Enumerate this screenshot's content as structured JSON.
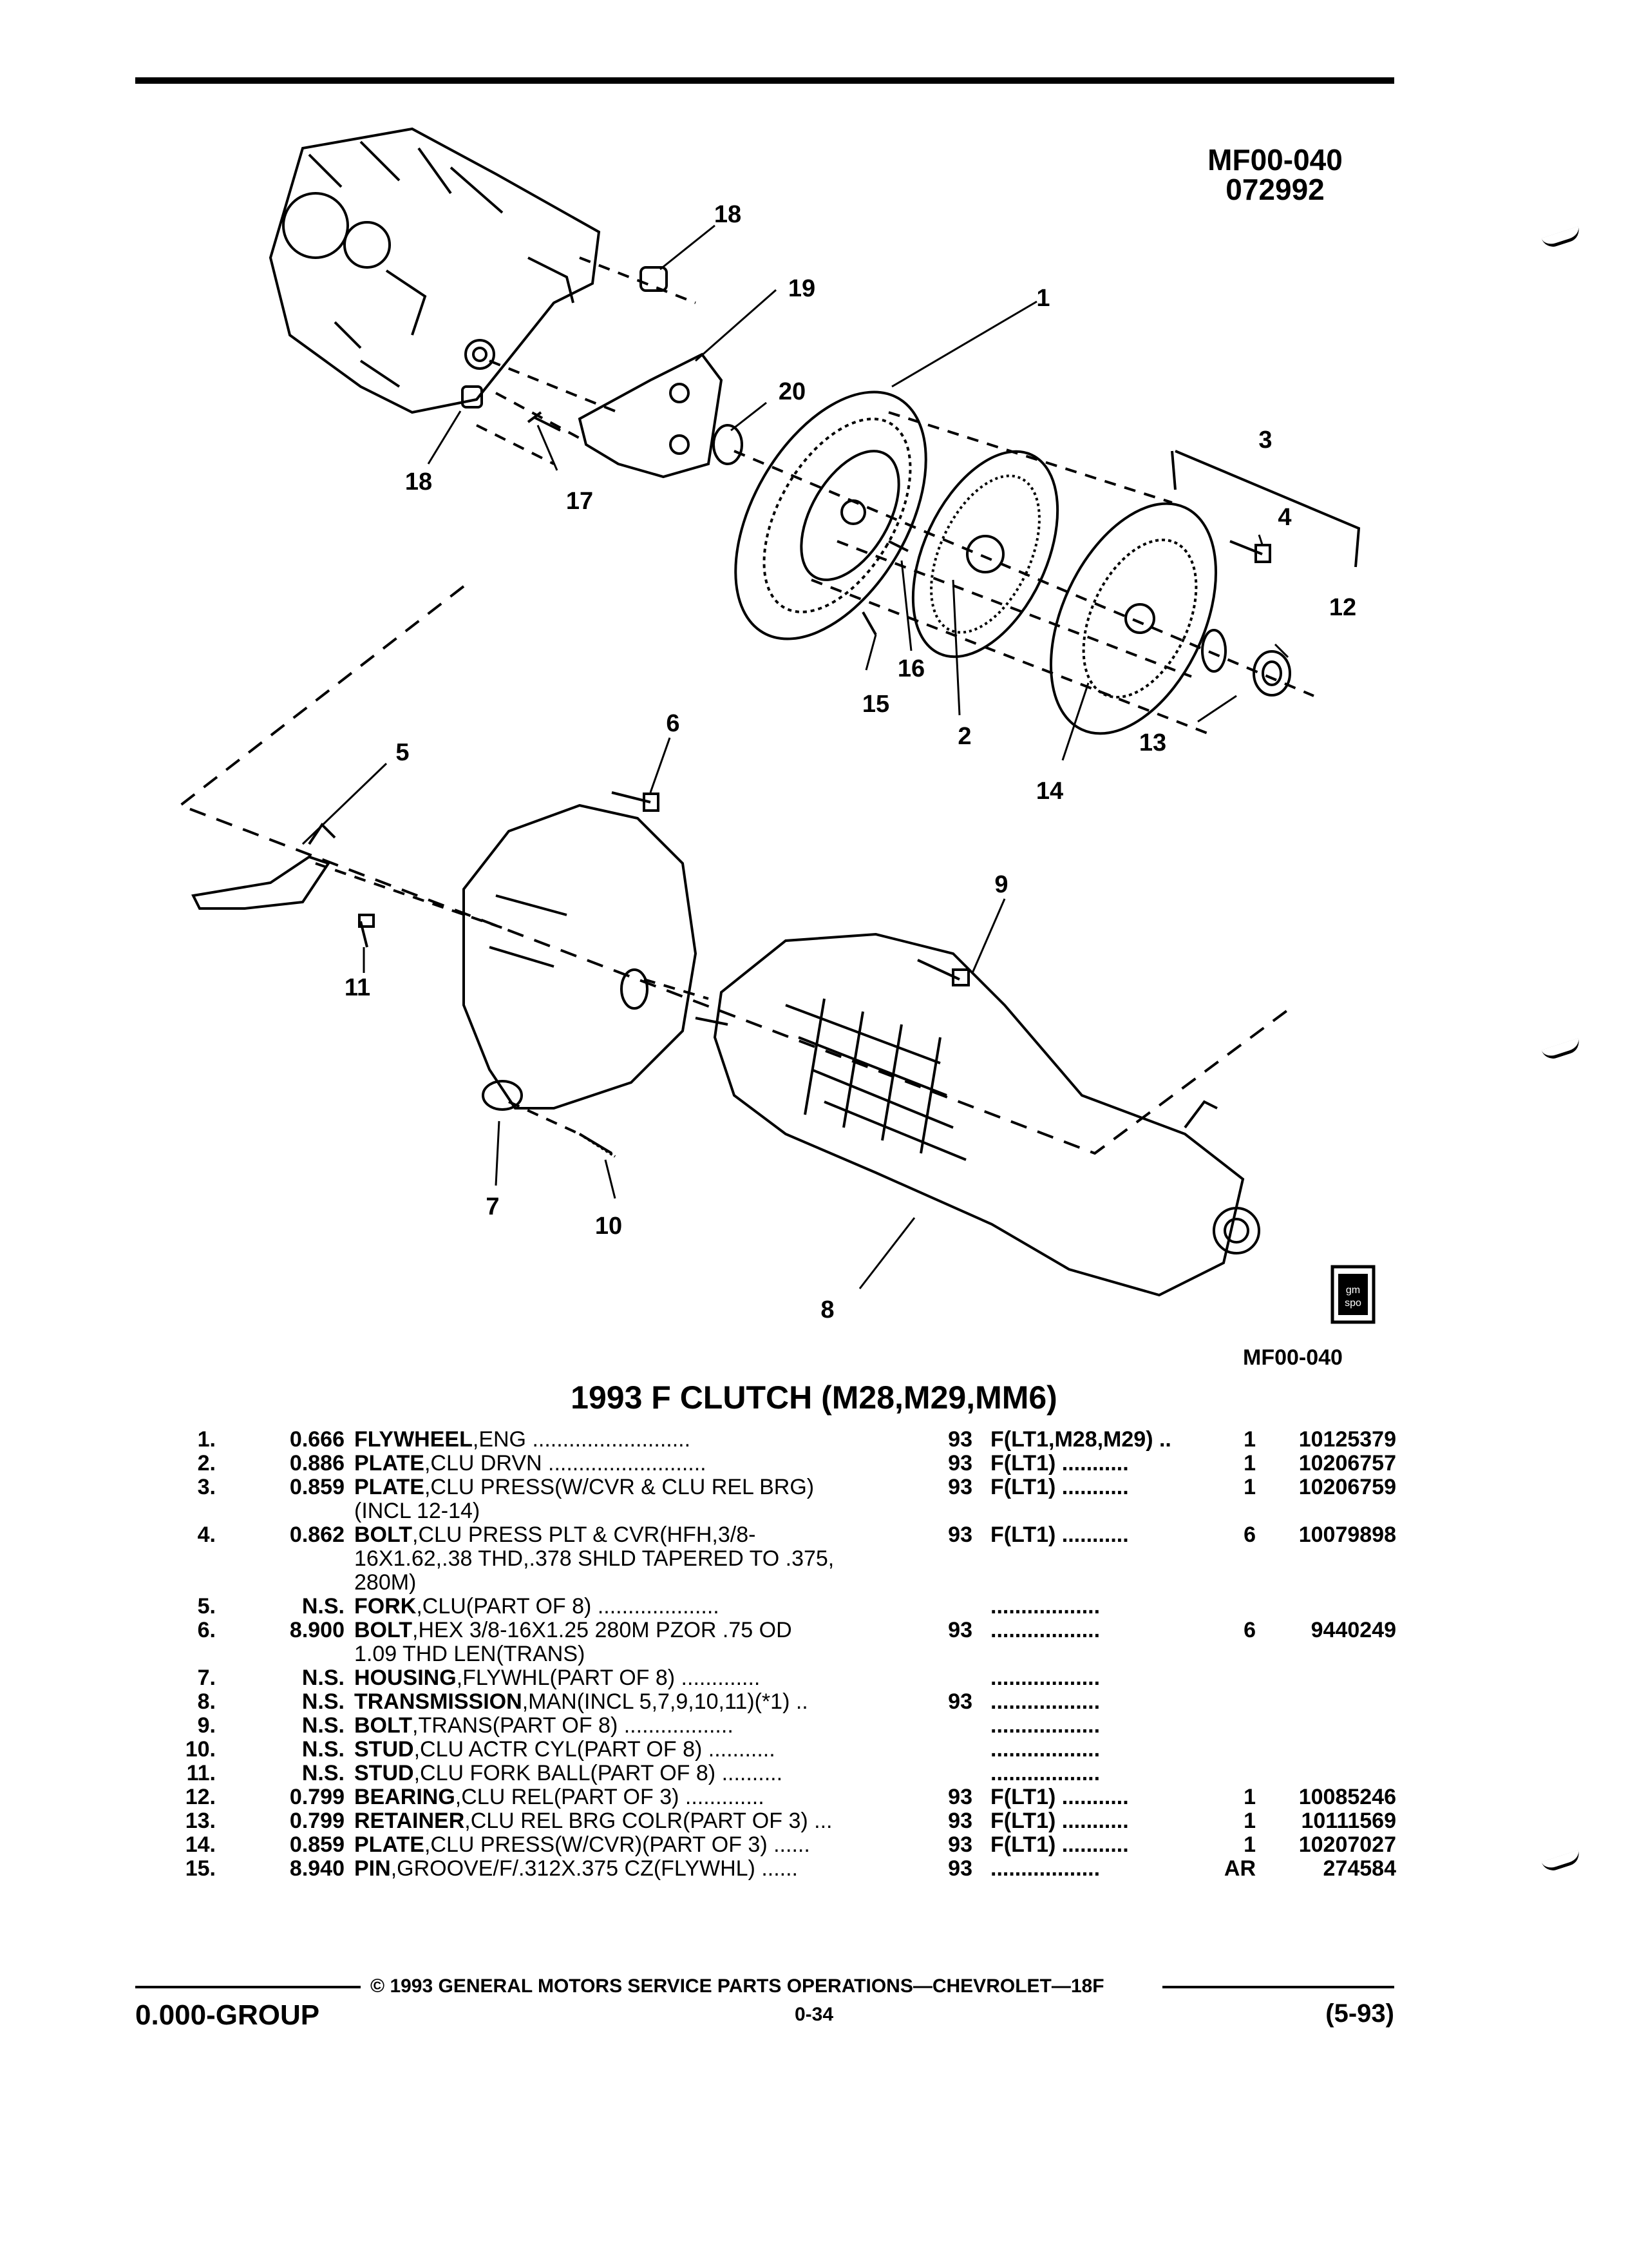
{
  "header": {
    "diagram_code": "MF00-040",
    "date_code": "072992",
    "diagram_code_bottom": "MF00-040",
    "logo_text": "gm spo"
  },
  "section_title": "1993 F CLUTCH (M28,M29,MM6)",
  "callouts": [
    "1",
    "2",
    "3",
    "4",
    "5",
    "6",
    "7",
    "8",
    "9",
    "10",
    "11",
    "12",
    "13",
    "14",
    "15",
    "16",
    "17",
    "18",
    "19",
    "20"
  ],
  "parts": [
    {
      "num": "1.",
      "price": "0.666",
      "name": "FLYWHEEL",
      "desc": ",ENG ..........................",
      "yr": "93",
      "sfx": "F(LT1,M28,M29) ..",
      "qty": "1",
      "pn": "10125379"
    },
    {
      "num": "2.",
      "price": "0.886",
      "name": "PLATE",
      "desc": ",CLU DRVN ..........................",
      "yr": "93",
      "sfx": "F(LT1) ...........",
      "qty": "1",
      "pn": "10206757"
    },
    {
      "num": "3.",
      "price": "0.859",
      "name": "PLATE",
      "desc": ",CLU PRESS(W/CVR & CLU REL BRG)",
      "yr": "93",
      "sfx": "F(LT1) ...........",
      "qty": "1",
      "pn": "10206759"
    },
    {
      "num": "",
      "price": "",
      "name": "",
      "desc": "(INCL 12-14)",
      "yr": "",
      "sfx": "",
      "qty": "",
      "pn": ""
    },
    {
      "num": "4.",
      "price": "0.862",
      "name": "BOLT",
      "desc": ",CLU PRESS PLT & CVR(HFH,3/8-",
      "yr": "93",
      "sfx": "F(LT1) ...........",
      "qty": "6",
      "pn": "10079898"
    },
    {
      "num": "",
      "price": "",
      "name": "",
      "desc": "16X1.62,.38 THD,.378 SHLD TAPERED TO .375,",
      "yr": "",
      "sfx": "",
      "qty": "",
      "pn": ""
    },
    {
      "num": "",
      "price": "",
      "name": "",
      "desc": "280M)",
      "yr": "",
      "sfx": "",
      "qty": "",
      "pn": ""
    },
    {
      "num": "5.",
      "price": "N.S.",
      "name": "FORK",
      "desc": ",CLU(PART OF 8) ....................",
      "yr": "",
      "sfx": "..................",
      "qty": "",
      "pn": ""
    },
    {
      "num": "6.",
      "price": "8.900",
      "name": "BOLT",
      "desc": ",HEX 3/8-16X1.25 280M PZOR .75 OD",
      "yr": "93",
      "sfx": "..................",
      "qty": "6",
      "pn": "9440249"
    },
    {
      "num": "",
      "price": "",
      "name": "",
      "desc": "1.09 THD LEN(TRANS)",
      "yr": "",
      "sfx": "",
      "qty": "",
      "pn": ""
    },
    {
      "num": "7.",
      "price": "N.S.",
      "name": "HOUSING",
      "desc": ",FLYWHL(PART OF 8) .............",
      "yr": "",
      "sfx": "..................",
      "qty": "",
      "pn": ""
    },
    {
      "num": "8.",
      "price": "N.S.",
      "name": "TRANSMISSION",
      "desc": ",MAN(INCL 5,7,9,10,11)(*1) ..",
      "yr": "93",
      "sfx": "..................",
      "qty": "",
      "pn": ""
    },
    {
      "num": "9.",
      "price": "N.S.",
      "name": "BOLT",
      "desc": ",TRANS(PART OF 8) ..................",
      "yr": "",
      "sfx": "..................",
      "qty": "",
      "pn": ""
    },
    {
      "num": "10.",
      "price": "N.S.",
      "name": "STUD",
      "desc": ",CLU ACTR CYL(PART OF 8) ...........",
      "yr": "",
      "sfx": "..................",
      "qty": "",
      "pn": ""
    },
    {
      "num": "11.",
      "price": "N.S.",
      "name": "STUD",
      "desc": ",CLU FORK BALL(PART OF 8) ..........",
      "yr": "",
      "sfx": "..................",
      "qty": "",
      "pn": ""
    },
    {
      "num": "12.",
      "price": "0.799",
      "name": "BEARING",
      "desc": ",CLU REL(PART OF 3) .............",
      "yr": "93",
      "sfx": "F(LT1) ...........",
      "qty": "1",
      "pn": "10085246"
    },
    {
      "num": "13.",
      "price": "0.799",
      "name": "RETAINER",
      "desc": ",CLU REL BRG COLR(PART OF 3) ...",
      "yr": "93",
      "sfx": "F(LT1) ...........",
      "qty": "1",
      "pn": "10111569"
    },
    {
      "num": "14.",
      "price": "0.859",
      "name": "PLATE",
      "desc": ",CLU PRESS(W/CVR)(PART OF 3) ......",
      "yr": "93",
      "sfx": "F(LT1) ...........",
      "qty": "1",
      "pn": "10207027"
    },
    {
      "num": "15.",
      "price": "8.940",
      "name": "PIN",
      "desc": ",GROOVE/F/.312X.375 CZ(FLYWHL) ......",
      "yr": "93",
      "sfx": "..................",
      "qty": "AR",
      "pn": "274584"
    }
  ],
  "footer": {
    "copyright": "© 1993 GENERAL MOTORS SERVICE PARTS OPERATIONS—CHEVROLET—18F",
    "group": "0.000-GROUP",
    "page": "0-34",
    "date": "(5-93)"
  }
}
